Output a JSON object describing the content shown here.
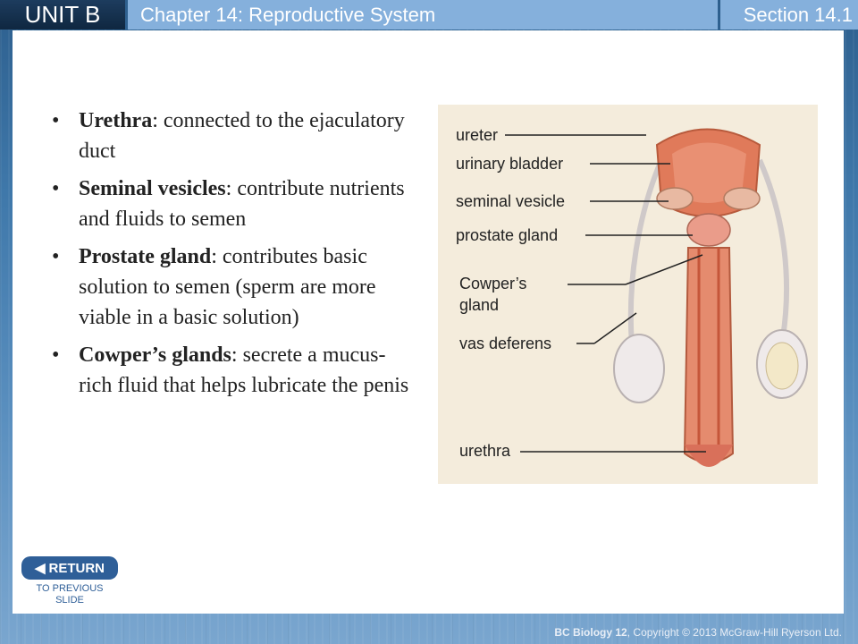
{
  "header": {
    "unit": "UNIT B",
    "chapter": "Chapter 14: Reproductive System",
    "section": "Section 14.1"
  },
  "bullets": [
    {
      "term": "Urethra",
      "text": ": connected to the ejaculatory duct"
    },
    {
      "term": "Seminal vesicles",
      "text": ": contribute nutrients and fluids to semen"
    },
    {
      "term": "Prostate gland",
      "text": ": contributes basic solution to semen (sperm are more viable in a basic solution)"
    },
    {
      "term": "Cowper’s glands",
      "text": ": secrete a mucus-rich fluid that helps lubricate the penis"
    }
  ],
  "figure": {
    "labels": {
      "ureter": "ureter",
      "urinary_bladder": "urinary bladder",
      "seminal_vesicle": "seminal vesicle",
      "prostate_gland": "prostate gland",
      "cowpers_gland_line1": "Cowper’s",
      "cowpers_gland_line2": "gland",
      "vas_deferens": "vas deferens",
      "urethra": "urethra"
    }
  },
  "return_button": {
    "label": "RETURN",
    "sub_line1": "TO PREVIOUS",
    "sub_line2": "SLIDE",
    "icon": "back-arrow-icon"
  },
  "footer": {
    "course": "BC Biology 12",
    "copyright": ", Copyright © 2013 McGraw-Hill Ryerson Ltd."
  },
  "colors": {
    "background": "#3f78aa",
    "header_dark": "#0f2740",
    "header_light": "#85b0dc",
    "figure_bg": "#f4ecdc",
    "tissue": "#e07a5a"
  }
}
